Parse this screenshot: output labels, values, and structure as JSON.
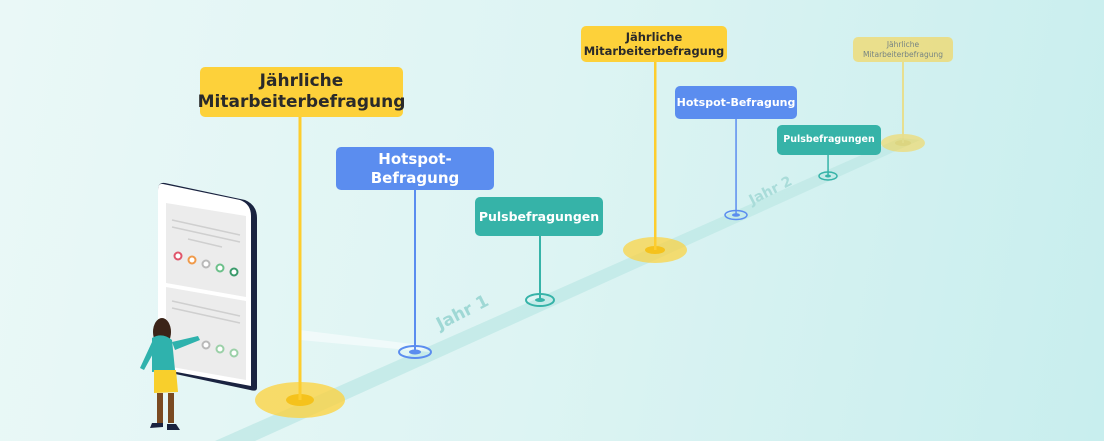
{
  "colors": {
    "annual": "#fdd13a",
    "hotspot": "#5b8def",
    "pulse": "#36b3a8",
    "background": "#e0f5f4"
  },
  "timeline": {
    "year1": "Jahr 1",
    "year2": "Jahr 2"
  },
  "signs": [
    {
      "label": "Jährliche Mitarbeiterbefragung",
      "line1": "Jährliche",
      "line2": "Mitarbeiterbefragung"
    },
    {
      "label": "Hotspot-Befragung"
    },
    {
      "label": "Pulsbefragungen"
    },
    {
      "label": "Jährliche Mitarbeiterbefragung",
      "line1": "Jährliche",
      "line2": "Mitarbeiterbefragung"
    },
    {
      "label": "Hotspot-Befragung"
    },
    {
      "label": "Pulsbefragungen"
    },
    {
      "label": "Jährliche Mitarbeiterbefragung",
      "line1": "Jährliche",
      "line2": "Mitarbeiterbefragung"
    }
  ]
}
